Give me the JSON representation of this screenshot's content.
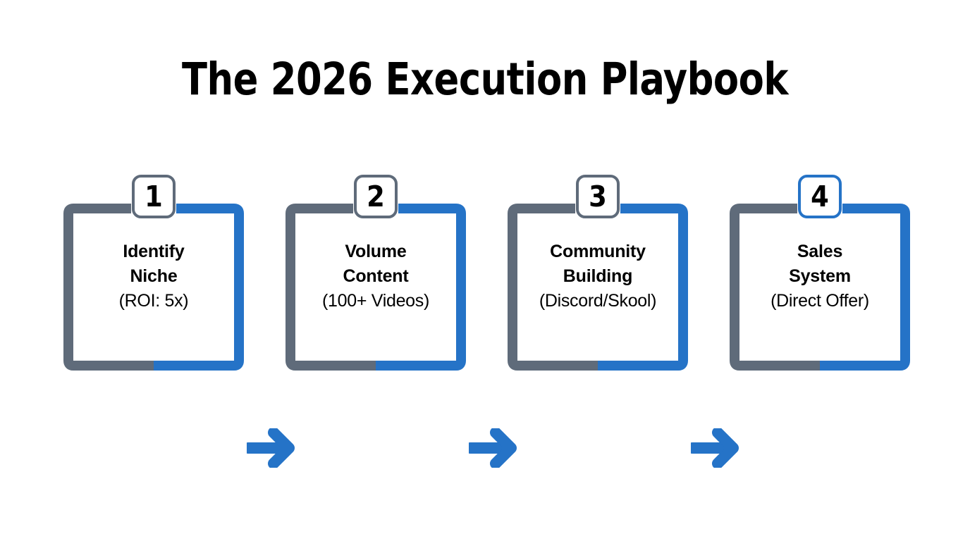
{
  "page": {
    "title": "The 2026 Execution Playbook",
    "background_color": "#FFFFFF"
  },
  "theme": {
    "gray": "#5F6B7A",
    "blue": "#2573C7",
    "text": "#000000",
    "card_fill": "#FFFFFF"
  },
  "flow": {
    "type": "horizontal-step-process",
    "connector_icon": "arrow-right-icon",
    "steps": [
      {
        "number": "1",
        "title_line1": "Identify",
        "title_line2": "Niche",
        "subtitle": "(ROI: 5x)",
        "badge_color": "#5F6B7A",
        "badge_accent": false
      },
      {
        "number": "2",
        "title_line1": "Volume",
        "title_line2": "Content",
        "subtitle": "(100+ Videos)",
        "badge_color": "#5F6B7A",
        "badge_accent": false
      },
      {
        "number": "3",
        "title_line1": "Community",
        "title_line2": "Building",
        "subtitle": "(Discord/Skool)",
        "badge_color": "#5F6B7A",
        "badge_accent": false
      },
      {
        "number": "4",
        "title_line1": "Sales",
        "title_line2": "System",
        "subtitle": "(Direct Offer)",
        "badge_color": "#2573C7",
        "badge_accent": true
      }
    ]
  }
}
